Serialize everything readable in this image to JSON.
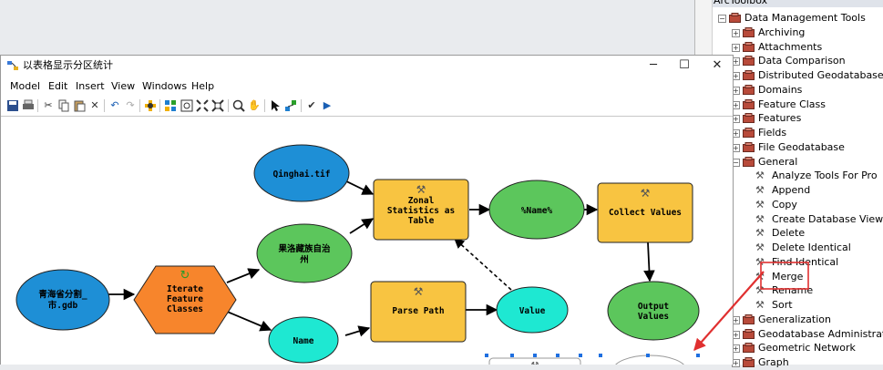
{
  "toolbox": {
    "title": "ArcToolbox",
    "items": [
      {
        "label": "Data Management Tools",
        "kind": "root"
      },
      {
        "label": "Archiving",
        "kind": "toolset"
      },
      {
        "label": "Attachments",
        "kind": "toolset"
      },
      {
        "label": "Data Comparison",
        "kind": "toolset"
      },
      {
        "label": "Distributed Geodatabase",
        "kind": "toolset"
      },
      {
        "label": "Domains",
        "kind": "toolset"
      },
      {
        "label": "Feature Class",
        "kind": "toolset"
      },
      {
        "label": "Features",
        "kind": "toolset"
      },
      {
        "label": "Fields",
        "kind": "toolset"
      },
      {
        "label": "File Geodatabase",
        "kind": "toolset"
      },
      {
        "label": "General",
        "kind": "toolset-open"
      },
      {
        "label": "Analyze Tools For Pro",
        "kind": "tool"
      },
      {
        "label": "Append",
        "kind": "tool"
      },
      {
        "label": "Copy",
        "kind": "tool"
      },
      {
        "label": "Create Database View",
        "kind": "tool"
      },
      {
        "label": "Delete",
        "kind": "tool"
      },
      {
        "label": "Delete Identical",
        "kind": "tool"
      },
      {
        "label": "Find Identical",
        "kind": "tool"
      },
      {
        "label": "Merge",
        "kind": "tool",
        "highlighted": true
      },
      {
        "label": "Rename",
        "kind": "tool"
      },
      {
        "label": "Sort",
        "kind": "tool"
      },
      {
        "label": "Generalization",
        "kind": "toolset"
      },
      {
        "label": "Geodatabase Administration",
        "kind": "toolset"
      },
      {
        "label": "Geometric Network",
        "kind": "toolset"
      },
      {
        "label": "Graph",
        "kind": "toolset"
      }
    ]
  },
  "window": {
    "title": "以表格显示分区统计",
    "minimize": "─",
    "maximize": "☐",
    "close": "✕"
  },
  "menu": [
    "Model",
    "Edit",
    "Insert",
    "View",
    "Windows",
    "Help"
  ],
  "toolbar_icons": [
    "save-icon",
    "print-icon",
    "cut-icon",
    "copy-icon",
    "paste-icon",
    "delete-icon",
    "undo-icon",
    "redo-icon",
    "add-data-icon",
    "auto-layout-icon",
    "full-extent-icon",
    "fixed-zoom-in-icon",
    "fixed-zoom-out-icon",
    "zoom-in-icon",
    "pan-icon",
    "select-icon",
    "connect-icon",
    "validate-icon",
    "run-icon"
  ],
  "model": {
    "nodes": {
      "qinghai_tif": "Qinghai.tif",
      "zonal_stats": [
        "Zonal",
        "Statistics as",
        "Table"
      ],
      "name_var": "%Name%",
      "collect_values": "Collect Values",
      "guoluo": [
        "果洛藏族自治",
        "州"
      ],
      "qinghai_gdb": [
        "青海省分割_",
        "市.gdb"
      ],
      "iterate": [
        "Iterate",
        "Feature",
        "Classes"
      ],
      "parse_path": "Parse Path",
      "value": "Value",
      "output_values": [
        "Output",
        "Values"
      ],
      "name": "Name"
    }
  },
  "colors": {
    "blue_data": "#1e8fd6",
    "green_output": "#5cc65c",
    "yellow_tool": "#f8c441",
    "orange_iterator": "#f7852c",
    "cyan_value": "#1ee8d2",
    "highlight_red": "#e03030"
  }
}
